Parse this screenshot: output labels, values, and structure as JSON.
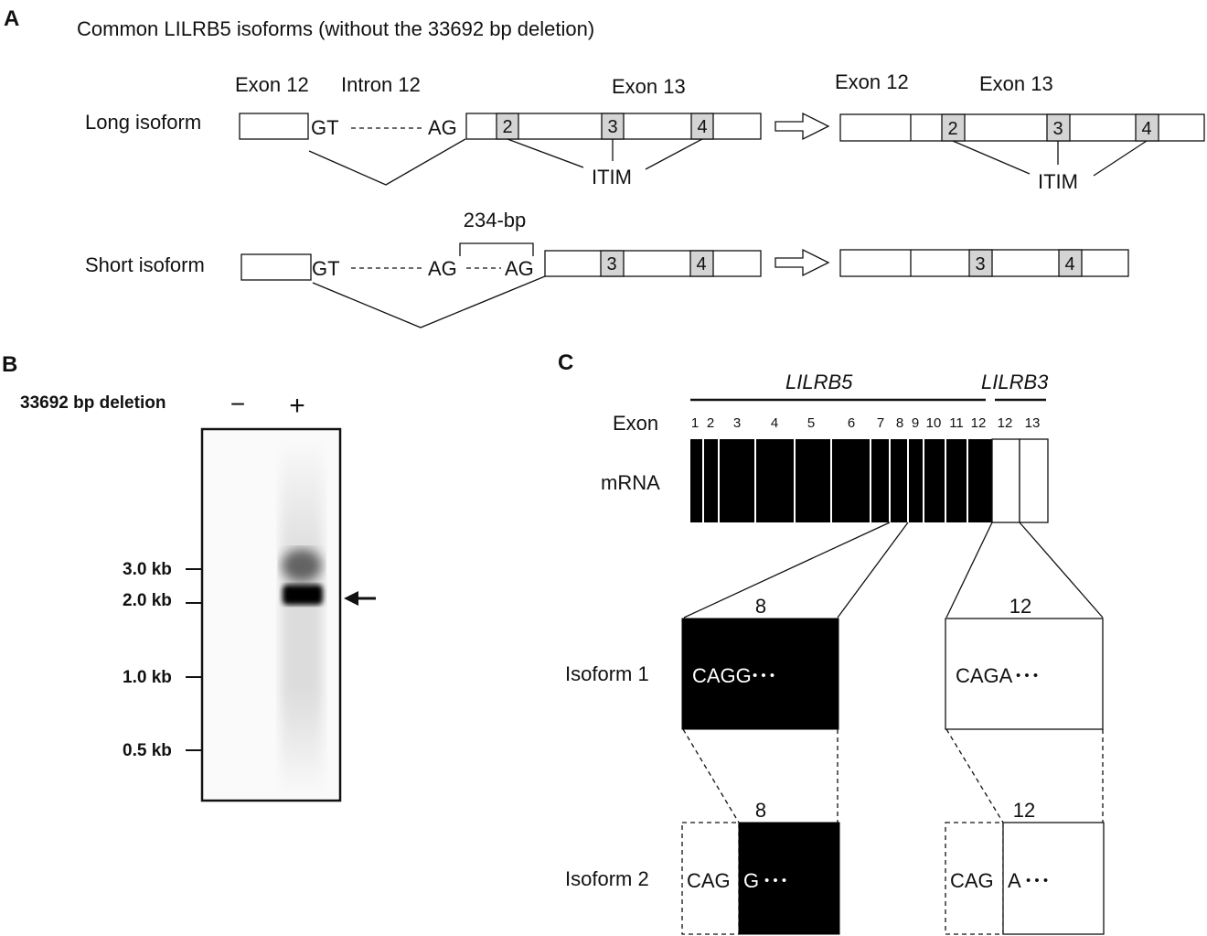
{
  "panel_a": {
    "letter": "A",
    "title": "Common LILRB5 isoforms (without the 33692 bp deletion)",
    "exon12": "Exon 12",
    "intron12": "Intron 12",
    "exon13": "Exon 13",
    "long_label": "Long isoform",
    "short_label": "Short isoform",
    "gt": "GT",
    "ag": "AG",
    "bp234": "234-bp",
    "itim": "ITIM",
    "n2": "2",
    "n3": "3",
    "n4": "4"
  },
  "panel_b": {
    "letter": "B",
    "deletion_label": "33692 bp deletion",
    "minus": "−",
    "plus": "+",
    "markers": [
      "3.0 kb",
      "2.0 kb",
      "1.0 kb",
      "0.5 kb"
    ]
  },
  "panel_c": {
    "letter": "C",
    "gene1": "LILRB5",
    "gene2": "LILRB3",
    "exon_label": "Exon",
    "mrna_label": "mRNA",
    "lilrb5_exons": [
      "1",
      "2",
      "3",
      "4",
      "5",
      "6",
      "7",
      "8",
      "9",
      "10",
      "11",
      "12"
    ],
    "lilrb3_exons": [
      "12",
      "13"
    ],
    "isoform1": "Isoform 1",
    "isoform2": "Isoform 2",
    "exon8": "8",
    "exon12": "12",
    "seq1_left": "CAGG",
    "seq1_right": "CAGA",
    "cag": "CAG",
    "g": "G",
    "a": "A",
    "dots": "• • •"
  },
  "colors": {
    "ink": "#111111",
    "gray_box": "#d4d4d4",
    "black_box": "#000000"
  }
}
